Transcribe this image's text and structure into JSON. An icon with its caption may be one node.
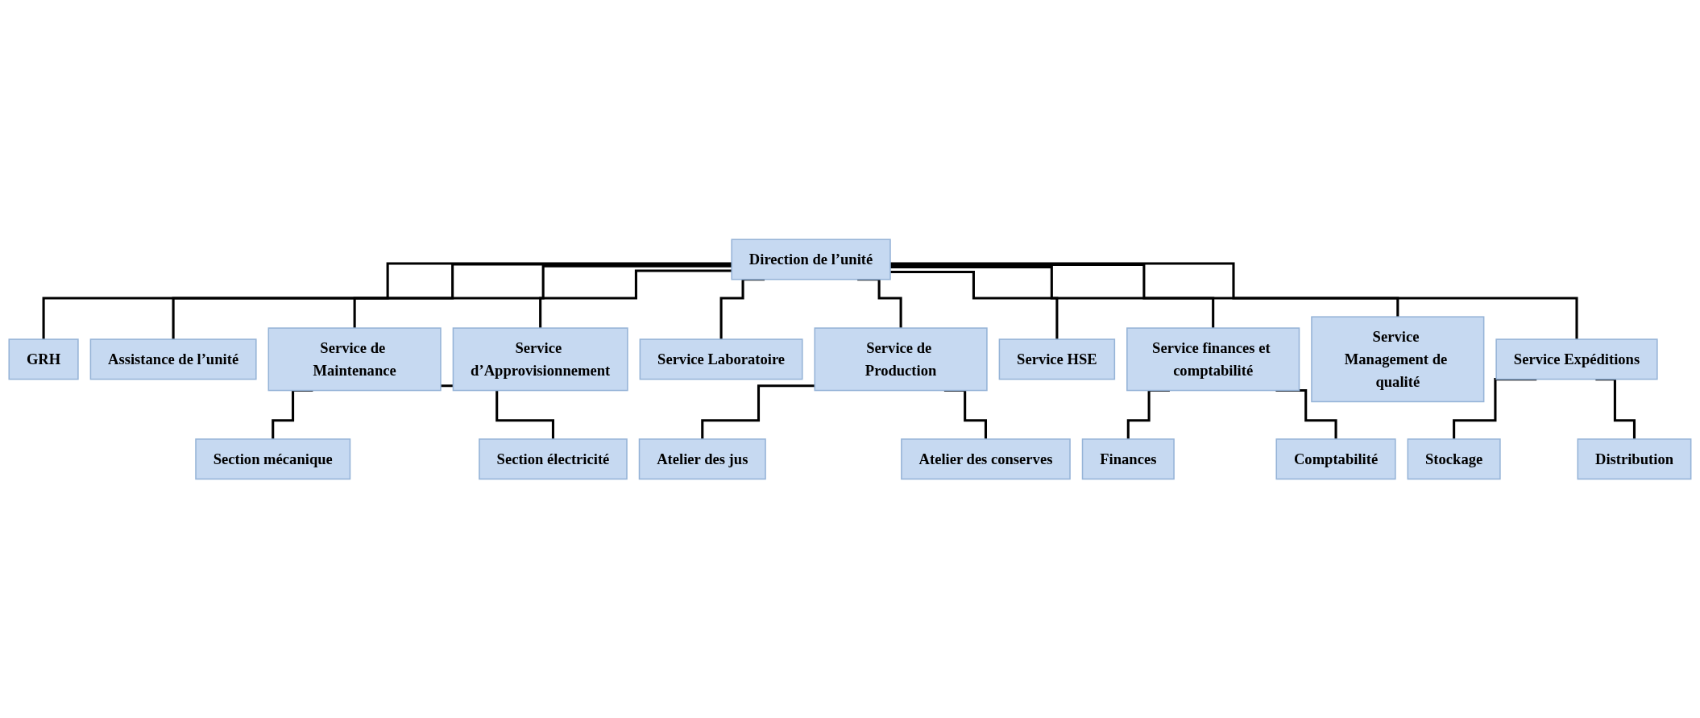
{
  "diagram": {
    "nodes": [
      {
        "text": [
          "Direction de l’unité"
        ]
      },
      {
        "text": [
          "GRH"
        ]
      },
      {
        "text": [
          "Assistance de l’unité"
        ]
      },
      {
        "text": [
          "Service de Maintenance"
        ]
      },
      {
        "text": [
          "Service d’Approvisionnement"
        ]
      },
      {
        "text": [
          "Service Laboratoire"
        ]
      },
      {
        "text": [
          "Service de Production"
        ]
      },
      {
        "text": [
          "Service HSE"
        ]
      },
      {
        "text": [
          "Service finances et comptabilité"
        ]
      },
      {
        "text": [
          "Service Management de qualité"
        ]
      },
      {
        "text": [
          "Service Expéditions"
        ]
      },
      {
        "text": [
          "Section mécanique"
        ]
      },
      {
        "text": [
          "Section électricité"
        ]
      },
      {
        "text": [
          "Atelier des jus"
        ]
      },
      {
        "text": [
          "Atelier des conserves"
        ]
      },
      {
        "text": [
          "Finances"
        ]
      },
      {
        "text": [
          "Comptabilité"
        ]
      },
      {
        "text": [
          "Stockage"
        ]
      },
      {
        "text": [
          "Distribution"
        ]
      }
    ],
    "edges": [
      {
        "from": 0,
        "to": 1,
        "arrow": "none"
      },
      {
        "from": 0,
        "to": 2,
        "arrow": "none"
      },
      {
        "from": 0,
        "to": 3,
        "arrow": "none"
      },
      {
        "from": 0,
        "to": 4,
        "arrow": "none"
      },
      {
        "from": 0,
        "to": 5,
        "arrow": "none"
      },
      {
        "from": 0,
        "to": 6,
        "arrow": "none"
      },
      {
        "from": 0,
        "to": 7,
        "arrow": "none"
      },
      {
        "from": 0,
        "to": 8,
        "arrow": "none"
      },
      {
        "from": 0,
        "to": 9,
        "arrow": "none"
      },
      {
        "from": 0,
        "to": 10,
        "arrow": "none"
      },
      {
        "from": 3,
        "to": 11,
        "arrow": "none"
      },
      {
        "from": 3,
        "to": 12,
        "arrow": "none"
      },
      {
        "from": 6,
        "to": 13,
        "arrow": "none"
      },
      {
        "from": 6,
        "to": 14,
        "arrow": "none"
      },
      {
        "from": 8,
        "to": 15,
        "arrow": "none"
      },
      {
        "from": 8,
        "to": 16,
        "arrow": "none"
      },
      {
        "from": 10,
        "to": 17,
        "arrow": "none"
      },
      {
        "from": 10,
        "to": 18,
        "arrow": "none"
      }
    ]
  }
}
